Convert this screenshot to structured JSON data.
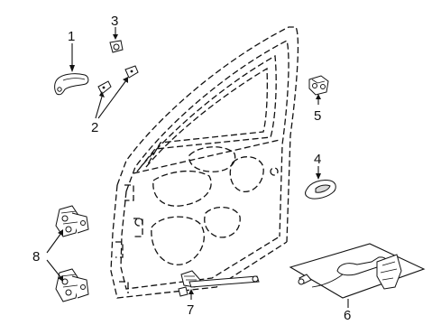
{
  "diagram": {
    "callouts": [
      "1",
      "2",
      "3",
      "4",
      "5",
      "6",
      "7",
      "8"
    ]
  },
  "parts": [
    {
      "id": "1",
      "icon": "outside-handle-icon"
    },
    {
      "id": "2",
      "icon": "handle-cover-icon"
    },
    {
      "id": "3",
      "icon": "lock-cylinder-icon"
    },
    {
      "id": "4",
      "icon": "inside-handle-icon"
    },
    {
      "id": "5",
      "icon": "handle-bracket-icon"
    },
    {
      "id": "6",
      "icon": "door-lock-assembly-icon"
    },
    {
      "id": "7",
      "icon": "door-check-icon"
    },
    {
      "id": "8",
      "icon": "door-hinge-icon"
    }
  ]
}
